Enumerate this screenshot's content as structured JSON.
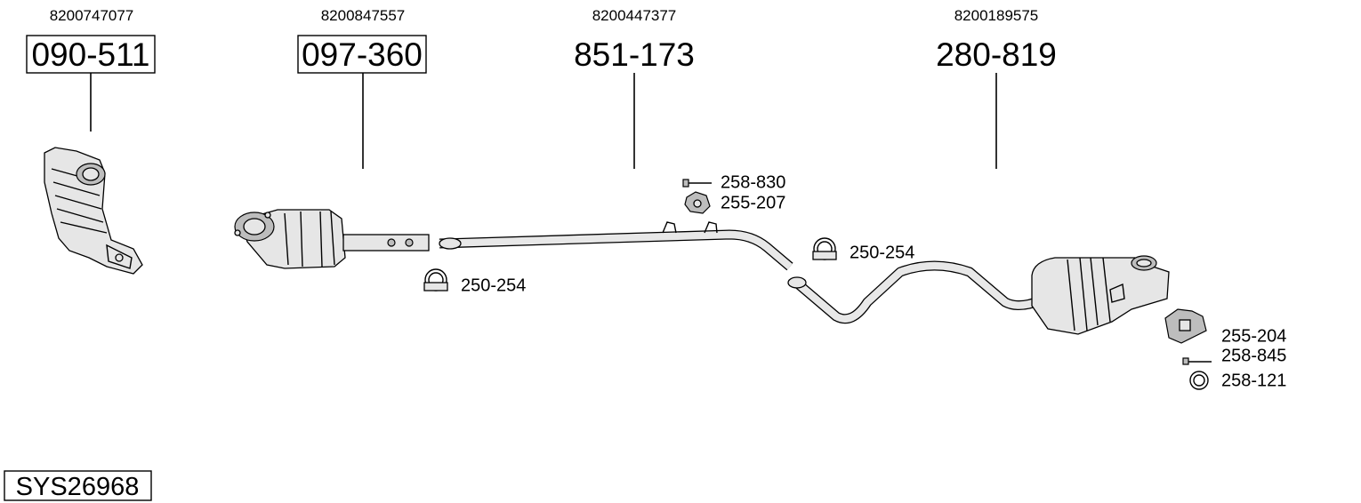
{
  "main_parts": [
    {
      "oem": "8200747077",
      "part_no": "090-511"
    },
    {
      "oem": "8200847557",
      "part_no": "097-360"
    },
    {
      "oem": "8200447377",
      "part_no": "851-173"
    },
    {
      "oem": "8200189575",
      "part_no": "280-819"
    }
  ],
  "accessories": [
    {
      "part_no": "258-830",
      "icon": "bolt-icon"
    },
    {
      "part_no": "255-207",
      "icon": "rubber-mount-icon"
    },
    {
      "part_no": "250-254",
      "icon": "clamp-icon"
    },
    {
      "part_no": "250-254",
      "icon": "clamp-icon"
    },
    {
      "part_no": "255-204",
      "icon": "bracket-icon"
    },
    {
      "part_no": "258-845",
      "icon": "bolt-icon"
    },
    {
      "part_no": "258-121",
      "icon": "ring-gasket-icon"
    }
  ],
  "system_id": "SYS26968"
}
